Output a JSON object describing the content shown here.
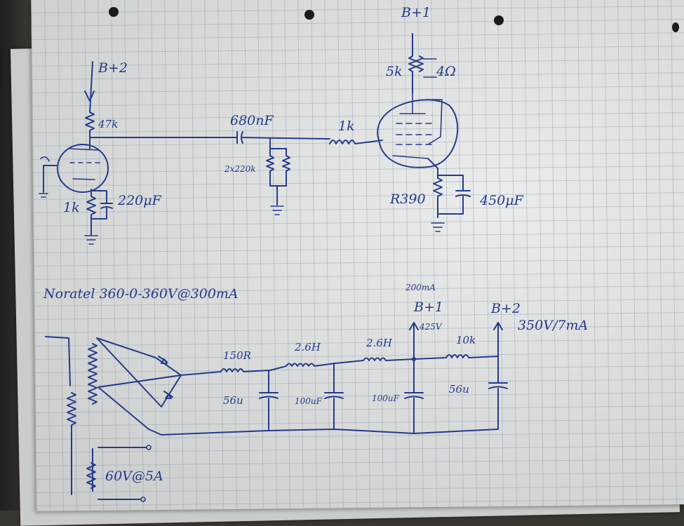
{
  "amp": {
    "b_plus_2": "B+2",
    "b_plus_1": "B+1",
    "r_47k": "47k",
    "cap_680nf": "680nF",
    "r_1k_grid": "1k",
    "r_2x220k": "2x220k",
    "r_1k_cathode": "1k",
    "cap_220uf": "220μF",
    "r_5k": "5k",
    "out_4ohm": "4Ω",
    "r_390": "R390",
    "cap_450uf": "450μF"
  },
  "psu": {
    "transformer": "Noratel 360-0-360V@300mA",
    "r_150": "150R",
    "choke_1": "2.6H",
    "choke_2": "2.6H",
    "r_10k": "10k",
    "cap_56u_1": "56u",
    "cap_100uf_1": "100uF",
    "cap_100uf_2": "100uF",
    "cap_56u_2": "56u",
    "current_200ma": "200mA",
    "b_plus_1": "B+1",
    "voltage_425": "425V",
    "b_plus_2": "B+2",
    "voltage_350": "350V/7mA",
    "heater": "60V@5A"
  }
}
